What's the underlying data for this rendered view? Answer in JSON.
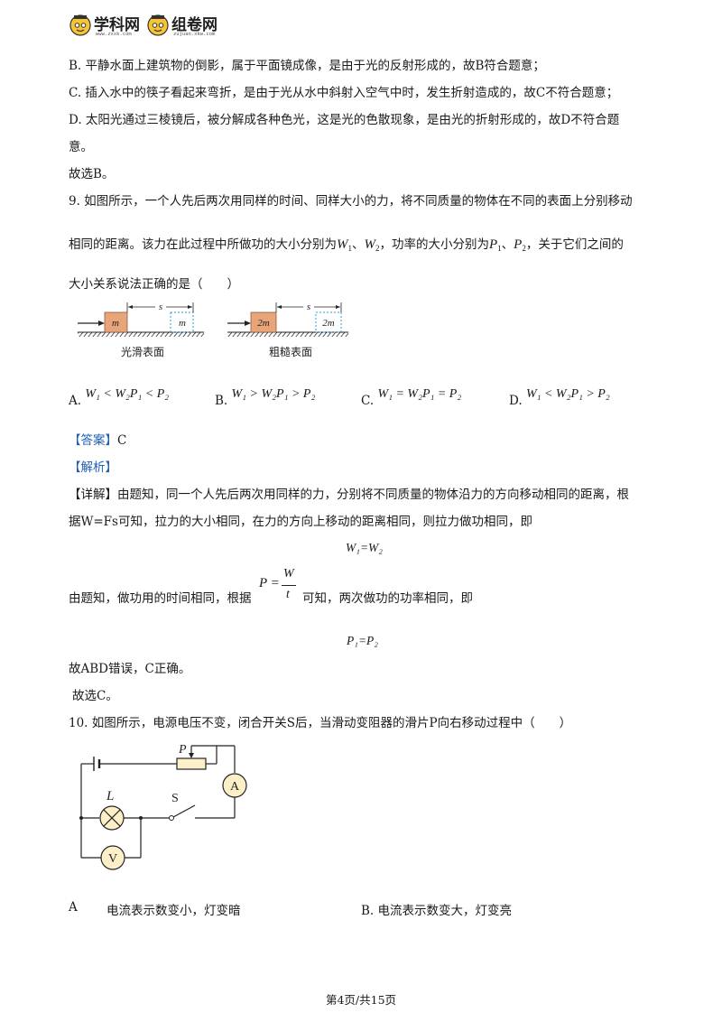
{
  "header": {
    "logo1_text": "学科网",
    "logo1_url": "www.zxxk.com",
    "logo2_text": "组卷网",
    "logo2_url": "zujuan.xkw.com"
  },
  "q8_cont": {
    "B": "B. 平静水面上建筑物的倒影，属于平面镜成像，是由于光的反射形成的，故B符合题意；",
    "C": "C. 插入水中的筷子看起来弯折，是由于光从水中斜射入空气中时，发生折射造成的，故C不符合题意；",
    "D1": "D. 太阳光通过三棱镜后，被分解成各种色光，这是光的色散现象，是由光的折射形成的，故D不符合题",
    "D2": "意。",
    "conclusion": "故选B。"
  },
  "q9": {
    "stem1": "9. 如图所示，一个人先后两次用同样的时间、同样大小的力，将不同质量的物体在不同的表面上分别移动",
    "stem2a": "相同的距离。该力在此过程中所做功的大小分别为",
    "w1": "W",
    "w1_sub": "1",
    "sep1": "、",
    "w2": "W",
    "w2_sub": "2",
    "stem2b": "，功率的大小分别为",
    "p1": "P",
    "p1_sub": "1",
    "sep2": "、",
    "p2": "P",
    "p2_sub": "2",
    "stem2c": "，关于它们之间的",
    "stem3": "大小关系说法正确的是（　　）",
    "figure": {
      "left_mass": "m",
      "left_ghost": "m",
      "left_dist": "s",
      "left_caption": "光滑表面",
      "right_mass": "2m",
      "right_ghost": "2m",
      "right_dist": "s",
      "right_caption": "粗糙表面"
    },
    "options": [
      {
        "letter": "A.",
        "expr": "W₁ < W₂P₁ < P₂"
      },
      {
        "letter": "B.",
        "expr": "W₁ > W₂P₁ > P₂"
      },
      {
        "letter": "C.",
        "expr": "W₁ = W₂P₁ = P₂"
      },
      {
        "letter": "D.",
        "expr": "W₁ < W₂P₁ > P₂"
      }
    ],
    "answer_tag": "【答案】",
    "answer": "C",
    "analysis_tag": "【解析】",
    "detail_tag": "【详解】",
    "detail1": "由题知，同一个人先后两次用同样的力，分别将不同质量的物体沿力的方向移动相同的距离，根",
    "detail2": "据W=Fs可知，拉力的大小相同，在力的方向上移动的距离相同，则拉力做功相同，即",
    "eq1": "W₁=W₂",
    "detail3a": "由题知，做功用的时间相同，根据",
    "formula_lhs": "P =",
    "formula_num": "W",
    "formula_den": "t",
    "detail3b": "可知，两次做功的功率相同，即",
    "eq2": "P₁=P₂",
    "wrong": "故ABD错误，C正确。",
    "conclusion": "故选C。"
  },
  "q10": {
    "stem": "10. 如图所示，电源电压不变，闭合开关S后，当滑动变阻器的滑片P向右移动过程中（　　）",
    "figure": {
      "slider_label": "P",
      "lamp_label": "L",
      "switch_label": "S",
      "ammeter": "A",
      "voltmeter": "V"
    },
    "optA_letter": "A",
    "optA": "电流表示数变小，灯变暗",
    "optB": "B. 电流表示数变大，灯变亮"
  },
  "footer": "第4页/共15页",
  "colors": {
    "tag": "#1f5fb8",
    "block": "#e9a57a",
    "lamp": "#fdf0c8",
    "ghost": "#2f9bd6"
  }
}
